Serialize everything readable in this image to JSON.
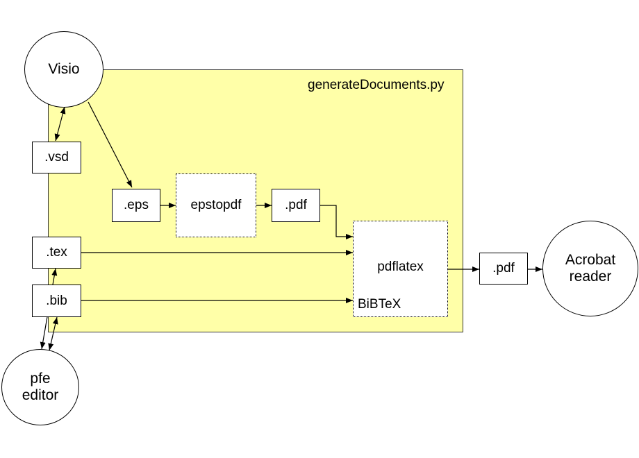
{
  "region": {
    "label": "generateDocuments.py",
    "fill": "#ffffa8"
  },
  "nodes": {
    "visio": {
      "label": "Visio"
    },
    "vsd": {
      "label": ".vsd"
    },
    "eps": {
      "label": ".eps"
    },
    "epstopdf": {
      "label": "epstopdf"
    },
    "pdf_mid": {
      "label": ".pdf"
    },
    "tex": {
      "label": ".tex"
    },
    "bib": {
      "label": ".bib"
    },
    "pdflatex": {
      "label": "pdflatex",
      "sublabel": "BiBTeX"
    },
    "pdf_out": {
      "label": ".pdf"
    },
    "acrobat": {
      "line1": "Acrobat",
      "line2": "reader"
    },
    "pfe": {
      "line1": "pfe",
      "line2": "editor"
    }
  },
  "edges": [
    {
      "from": "visio",
      "to": "vsd",
      "kind": "bidirectional"
    },
    {
      "from": "visio",
      "to": "eps",
      "kind": "arrow"
    },
    {
      "from": "eps",
      "to": "epstopdf",
      "kind": "arrow"
    },
    {
      "from": "epstopdf",
      "to": "pdf_mid",
      "kind": "arrow"
    },
    {
      "from": "pdf_mid",
      "to": "pdflatex",
      "kind": "arrow"
    },
    {
      "from": "tex",
      "to": "pdflatex",
      "kind": "arrow"
    },
    {
      "from": "bib",
      "to": "pdflatex",
      "kind": "arrow"
    },
    {
      "from": "pdflatex",
      "to": "pdf_out",
      "kind": "arrow"
    },
    {
      "from": "pdf_out",
      "to": "acrobat",
      "kind": "arrow"
    },
    {
      "from": "pfe",
      "to": "tex",
      "kind": "bidirectional"
    },
    {
      "from": "pfe",
      "to": "bib",
      "kind": "bidirectional"
    }
  ]
}
